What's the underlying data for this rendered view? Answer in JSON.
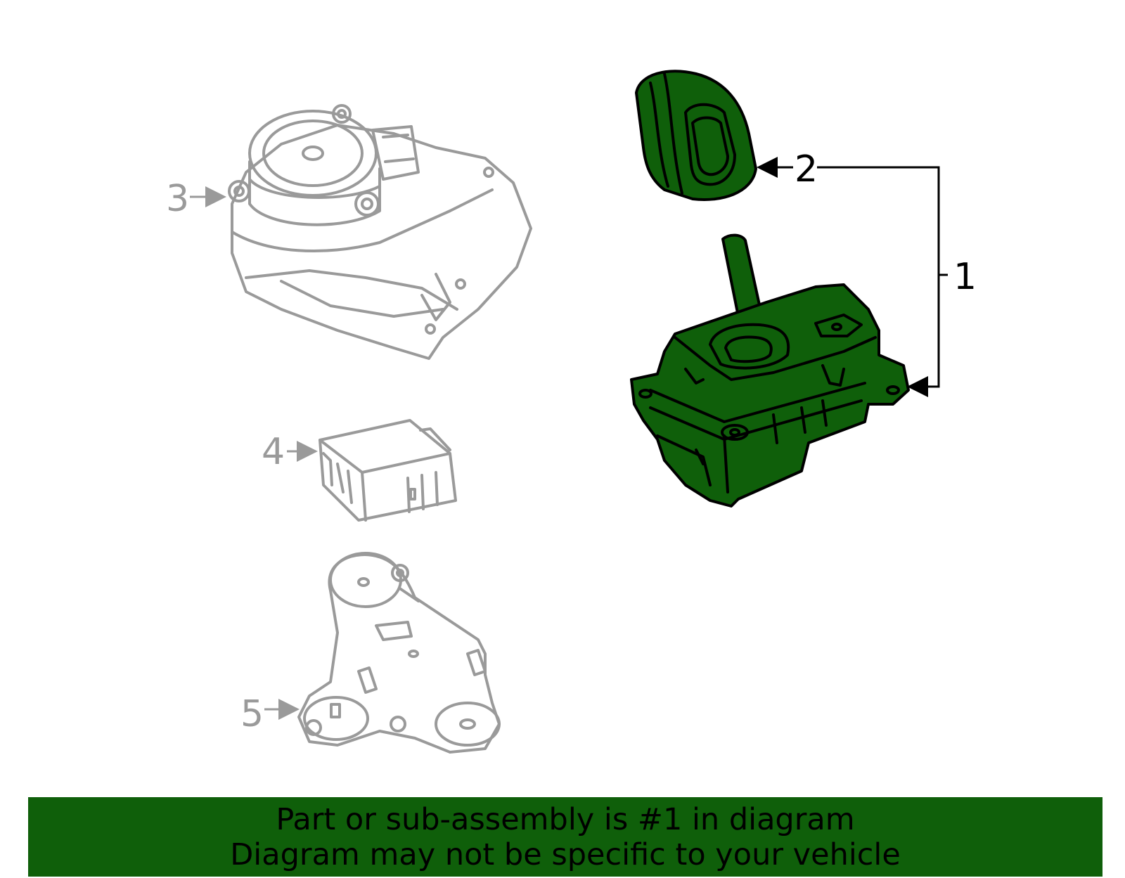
{
  "callouts": [
    {
      "number": "1",
      "highlighted": true
    },
    {
      "number": "2",
      "highlighted": true
    },
    {
      "number": "3",
      "highlighted": false
    },
    {
      "number": "4",
      "highlighted": false
    },
    {
      "number": "5",
      "highlighted": false
    }
  ],
  "banner": {
    "line1": "Part or sub-assembly is #1 in diagram",
    "line2": "Diagram may not be specific to your vehicle"
  },
  "colors": {
    "highlight": "#0f5f0a",
    "inactive": "#9a9a9a",
    "text": "#000000"
  }
}
